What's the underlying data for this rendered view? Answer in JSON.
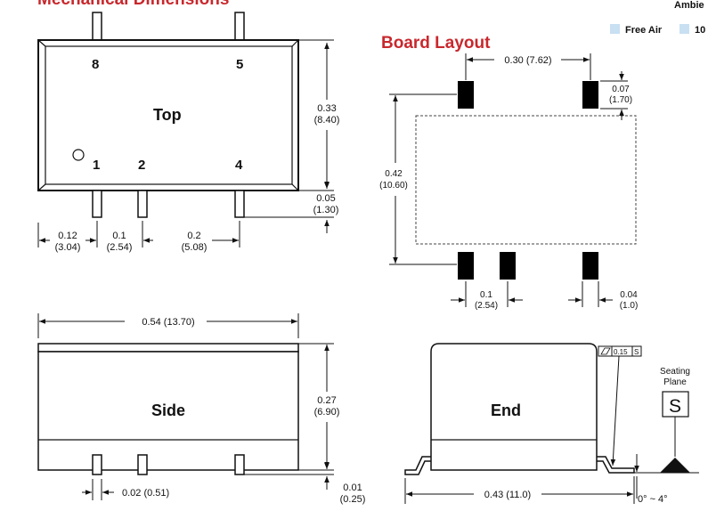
{
  "titles": {
    "mechanical": "Mechanical Dimensions",
    "board": "Board Layout",
    "ambient": "Ambie"
  },
  "legend": {
    "free_air": "Free Air",
    "second": "10",
    "swatch_color": "#c8e0f2"
  },
  "colors": {
    "title_red": "#c8282d"
  },
  "top_view": {
    "label": "Top",
    "pins": {
      "p8": "8",
      "p5": "5",
      "p1": "1",
      "p2": "2",
      "p4": "4"
    },
    "dim_height": {
      "in": "0.33",
      "mm": "(8.40)"
    },
    "dim_pin_len": {
      "in": "0.05",
      "mm": "(1.30)"
    },
    "dim_edge": {
      "in": "0.12",
      "mm": "(3.04)"
    },
    "dim_pitch": {
      "in": "0.1",
      "mm": "(2.54)"
    },
    "dim_span": {
      "in": "0.2",
      "mm": "(5.08)"
    }
  },
  "board_layout": {
    "dim_width": "0.30 (7.62)",
    "dim_pad_h": {
      "in": "0.07",
      "mm": "(1.70)"
    },
    "dim_height": {
      "in": "0.42",
      "mm": "(10.60)"
    },
    "dim_pitch": {
      "in": "0.1",
      "mm": "(2.54)"
    },
    "dim_pad_w": {
      "in": "0.04",
      "mm": "(1.0)"
    }
  },
  "side_view": {
    "label": "Side",
    "dim_length": "0.54 (13.70)",
    "dim_height": {
      "in": "0.27",
      "mm": "(6.90)"
    },
    "dim_pin_w": "0.02 (0.51)",
    "dim_standoff": {
      "in": "0.01",
      "mm": "(0.25)"
    }
  },
  "end_view": {
    "label": "End",
    "dim_width": "0.43 (11.0)",
    "flatness": "0.15",
    "flatness_ref": "S",
    "seating": {
      "line1": "Seating",
      "line2": "Plane",
      "symbol": "S"
    },
    "angle": "0° ~ 4°"
  }
}
